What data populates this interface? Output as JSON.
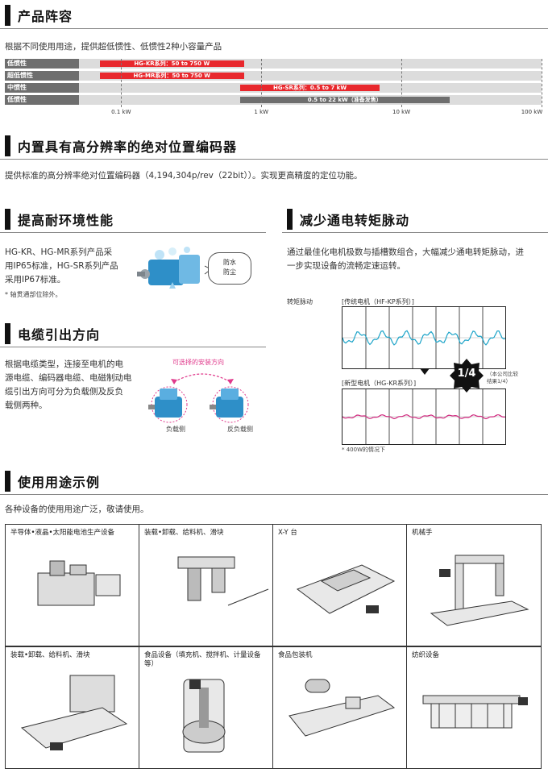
{
  "sections": {
    "lineup": {
      "title": "产品阵容",
      "desc": "根据不同使用用途，提供超低惯性、低惯性2种小容量产品"
    },
    "encoder": {
      "title": "内置具有高分辨率的绝对位置编码器",
      "desc": "提供标准的高分辨率绝对位置编码器（4,194,304p/rev（22bit））。实现更高精度的定位功能。"
    },
    "env": {
      "title": "提高耐环境性能",
      "desc_lines": [
        "HG-KR、HG-MR系列产品采",
        "用IP65标准，HG-SR系列产品",
        "采用IP67标准。"
      ],
      "note": "* 轴贯通部位除外。",
      "callout_lines": [
        "防水",
        "防尘"
      ]
    },
    "cable": {
      "title": "电缆引出方向",
      "desc_lines": [
        "根据电缆类型，连接至电机的电",
        "源电缆、编码器电缆、电磁制动电",
        "缆引出方向可分为负载侧及反负",
        "载侧两种。"
      ],
      "arrow_label": "可选择的安装方向",
      "load_side": "负载侧",
      "anti_load_side": "反负载侧"
    },
    "ripple": {
      "title": "减少通电转矩脉动",
      "desc_lines": [
        "通过最佳化电机极数与插槽数组合，大幅减少通电转矩脉动，进",
        "一步实现设备的流畅定速运转。"
      ],
      "row_label": "转矩脉动",
      "conv_label": "[传统电机（HF-KP系列）]",
      "new_label": "[新型电机（HG-KR系列）]",
      "ratio": "1/4",
      "ratio_note_lines": [
        "（本公司比较",
        "结果1/4）"
      ],
      "footnote": "* 400W的情况下",
      "conv_color": "#1aa3c8",
      "new_color": "#d0287e"
    },
    "apps": {
      "title": "使用用途示例",
      "desc": "各种设备的使用用途广泛，敬请使用。",
      "items": [
        {
          "label": "半导体•液晶•太阳能电池生产设备",
          "icon": "factory-line-icon"
        },
        {
          "label": "装载•卸载、给料机、滑块",
          "icon": "gantry-loader-icon"
        },
        {
          "label": "X-Y 台",
          "icon": "xy-table-icon"
        },
        {
          "label": "机械手",
          "icon": "robot-arm-icon"
        },
        {
          "label": "装载•卸载、给料机、滑块",
          "icon": "conveyor-icon"
        },
        {
          "label": "食品设备（填充机、搅拌机、计量设备等）",
          "icon": "mixer-icon"
        },
        {
          "label": "食品包装机",
          "icon": "packaging-machine-icon"
        },
        {
          "label": "纺织设备",
          "icon": "textile-machine-icon"
        }
      ]
    }
  },
  "chart_data": {
    "type": "bar",
    "scale": "log",
    "xlim_kw": [
      0.05,
      100
    ],
    "ticks": [
      {
        "value": 0.1,
        "label": "0.1 kW"
      },
      {
        "value": 1,
        "label": "1 kW"
      },
      {
        "value": 10,
        "label": "10 kW"
      },
      {
        "value": 100,
        "label": "100 kW"
      }
    ],
    "rows": [
      {
        "category": "低惯性",
        "bar_label": "HG-KR系列：50 to 750 W",
        "min_kw": 0.05,
        "max_kw": 0.75,
        "color": "#e8282d"
      },
      {
        "category": "超低惯性",
        "bar_label": "HG-MR系列：50 to 750 W",
        "min_kw": 0.05,
        "max_kw": 0.75,
        "color": "#e8282d"
      },
      {
        "category": "中惯性",
        "bar_label": "HG-SR系列：0.5 to 7 kW",
        "min_kw": 0.5,
        "max_kw": 7,
        "color": "#e8282d"
      },
      {
        "category": "低惯性",
        "bar_label": "0.5 to 22 kW（准备发售）",
        "min_kw": 0.5,
        "max_kw": 22,
        "color": "#6e6e6e"
      }
    ]
  }
}
